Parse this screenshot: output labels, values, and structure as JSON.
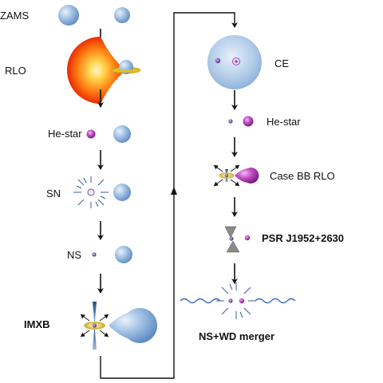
{
  "left_column": {
    "stages": [
      {
        "label": "ZAMS"
      },
      {
        "label": "RLO"
      },
      {
        "label": "He-star"
      },
      {
        "label": "SN"
      },
      {
        "label": "NS"
      },
      {
        "label": "IMXB"
      }
    ]
  },
  "right_column": {
    "stages": [
      {
        "label": "CE"
      },
      {
        "label": "He-star"
      },
      {
        "label": "Case BB RLO"
      },
      {
        "label": "PSR J1952+2630"
      },
      {
        "label": "NS+WD merger"
      }
    ]
  },
  "colors": {
    "blue_star": "#8fb2da",
    "rlo_star": "#ff6600",
    "he_star": "#b23fb5",
    "neutron_star": "#6b4fa0",
    "disk": "#e8c020",
    "ce_envelope": "#a9c8e8"
  }
}
